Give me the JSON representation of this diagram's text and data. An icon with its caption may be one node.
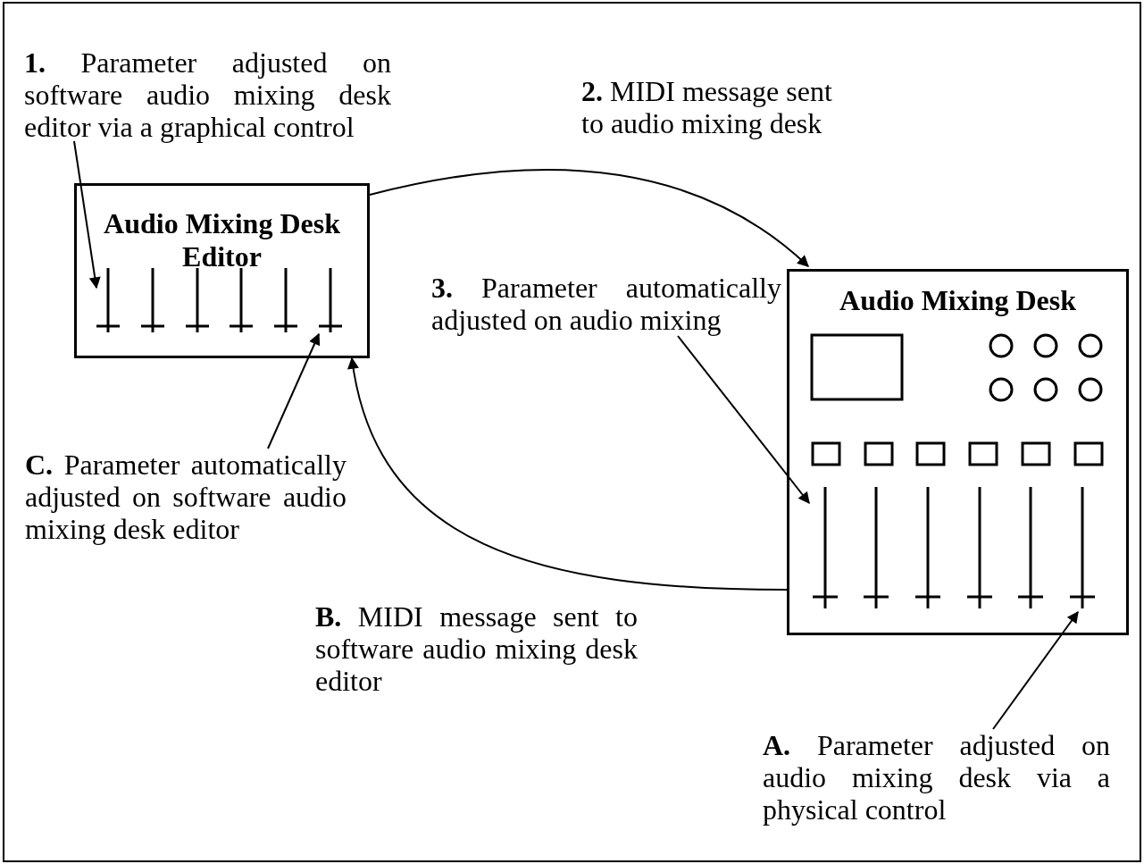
{
  "diagram": {
    "nodes": [
      {
        "text": [
          "**1.** Parameter adjusted on software audio mixing desk editor via a graphical control"
        ]
      },
      {
        "text": [
          "Audio Mixing Desk Editor"
        ]
      },
      {
        "text": [],
        "shape": "bar",
        "in": 1
      },
      {
        "text": [],
        "shape": "bar",
        "in": 1
      },
      {
        "text": [],
        "shape": "bar",
        "in": 1
      },
      {
        "text": [],
        "shape": "bar",
        "in": 1
      },
      {
        "text": [],
        "shape": "bar",
        "in": 1
      },
      {
        "text": [],
        "shape": "bar",
        "in": 1
      },
      {
        "text": [
          "**3.** Parameter automatically adjusted on audio mixing"
        ]
      },
      {
        "text": [
          "Audio Mixing Desk"
        ]
      },
      {
        "text": [],
        "shape": "bar",
        "in": 9
      },
      {
        "text": [],
        "shape": "bar",
        "in": 9
      },
      {
        "text": [],
        "shape": "bar",
        "in": 9
      },
      {
        "text": [],
        "shape": "bar",
        "in": 9
      },
      {
        "text": [],
        "shape": "bar",
        "in": 9
      },
      {
        "text": [],
        "shape": "bar",
        "in": 9
      },
      {
        "text": [
          "**C.** Parameter automatically adjusted on software audio mixing desk editor"
        ]
      },
      {
        "text": [
          "**A.** Parameter adjusted on audio mixing desk via a physical control"
        ]
      }
    ],
    "edges": [
      {
        "from": 1,
        "to": 9,
        "arrow": "to"
      },
      {
        "from": 9,
        "to": 1,
        "arrow": "to"
      },
      {
        "from": 0,
        "to": 2,
        "arrow": "to"
      },
      {
        "from": 8,
        "to": 10,
        "arrow": "to"
      },
      {
        "from": 16,
        "to": 7,
        "arrow": "to"
      },
      {
        "from": 17,
        "to": 15,
        "arrow": "to"
      }
    ],
    "labels": [
      "**2.** MIDI message sent to audio mixing desk",
      "**B.** MIDI message sent to software audio mixing desk editor"
    ]
  }
}
